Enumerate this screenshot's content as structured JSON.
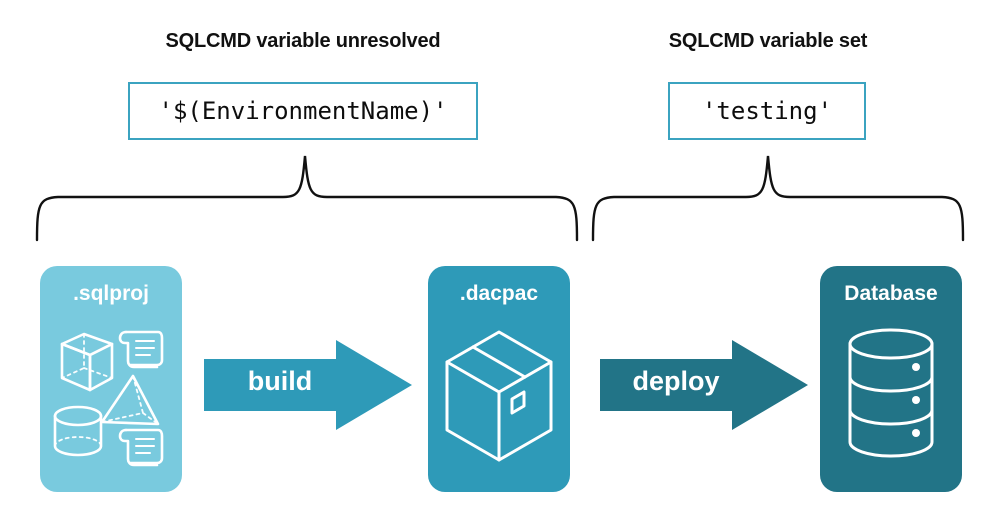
{
  "diagram": {
    "title_left": "SQLCMD variable unresolved",
    "title_right": "SQLCMD variable set",
    "value_left": "'$(EnvironmentName)'",
    "value_right": "'testing'",
    "stages": [
      {
        "label": ".sqlproj",
        "color": "#79cade",
        "icons": [
          "cube-icon",
          "scroll-icon",
          "pyramid-icon",
          "cylinder-icon",
          "scroll-icon"
        ]
      },
      {
        "label": ".dacpac",
        "color": "#2e9ab8",
        "icons": [
          "package-box-icon"
        ]
      },
      {
        "label": "Database",
        "color": "#227487",
        "icons": [
          "database-cylinder-icon"
        ]
      }
    ],
    "arrows": [
      {
        "label": "build",
        "color": "#2e9ab8"
      },
      {
        "label": "deploy",
        "color": "#227487"
      }
    ],
    "colors": {
      "light_teal": "#79cade",
      "mid_teal": "#2e9ab8",
      "dark_teal": "#227487",
      "border_teal": "#3ba3c0",
      "brace_stroke": "#111111",
      "text_dark": "#111111",
      "text_light": "#ffffff",
      "background": "#ffffff"
    }
  }
}
